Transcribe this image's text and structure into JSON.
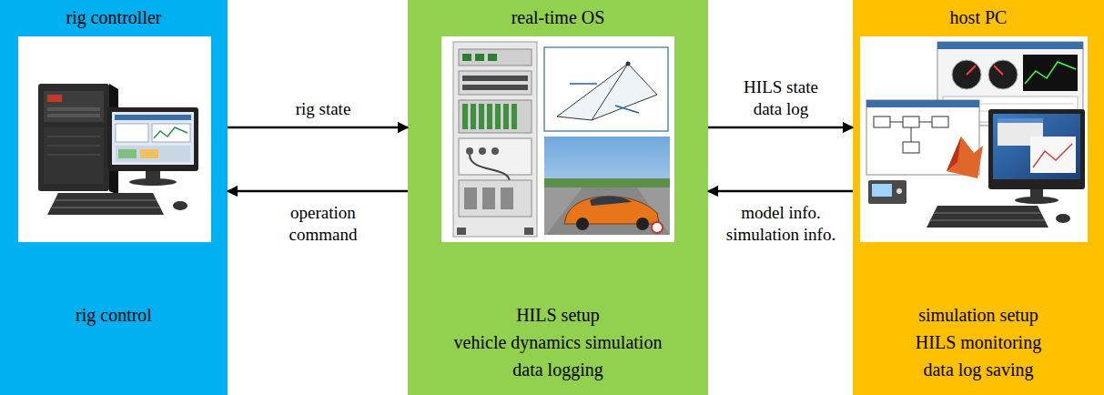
{
  "diagram": {
    "nodes": [
      {
        "text": [
          "rig controller",
          "rig control"
        ]
      },
      {
        "text": [
          "real-time OS",
          "HILS setup",
          "vehicle dynamics simulation",
          "data logging"
        ]
      },
      {
        "text": [
          "host PC",
          "simulation setup",
          "HILS monitoring",
          "data log saving"
        ]
      }
    ],
    "edges": [
      {
        "from": 0,
        "to": 1,
        "arrow": "to",
        "label": "rig state"
      },
      {
        "from": 1,
        "to": 0,
        "arrow": "to",
        "label": "operation command"
      },
      {
        "from": 1,
        "to": 2,
        "arrow": "to",
        "label": "HILS state data log"
      },
      {
        "from": 2,
        "to": 1,
        "arrow": "to",
        "label": "model info. simulation info."
      }
    ]
  }
}
